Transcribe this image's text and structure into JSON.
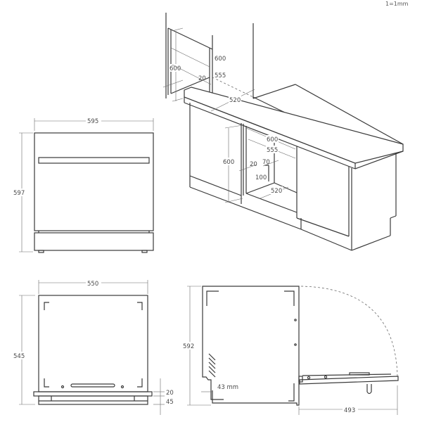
{
  "scale_note": "1=1mm",
  "iso_view": {
    "upper_niche": {
      "height": "600",
      "width_outer": "600",
      "width_inner": "555",
      "side_gap": "20",
      "depth": "520"
    },
    "lower_niche": {
      "height": "600",
      "width_outer": "600",
      "width_inner": "555",
      "side_gap": "20",
      "cutout_width": "70",
      "cutout_height": "100",
      "depth": "520"
    }
  },
  "front_view": {
    "width": "595",
    "height": "597"
  },
  "top_view": {
    "width": "550",
    "depth": "545",
    "door_thickness": "20",
    "plinth_depth": "45"
  },
  "side_view": {
    "height": "592",
    "rear_offset": "43 mm",
    "door_open_extension": "493"
  },
  "colors": {
    "line": "#3a3a3a",
    "dimension": "#6a6a6a",
    "text": "#4a4a4a",
    "background": "#ffffff"
  }
}
